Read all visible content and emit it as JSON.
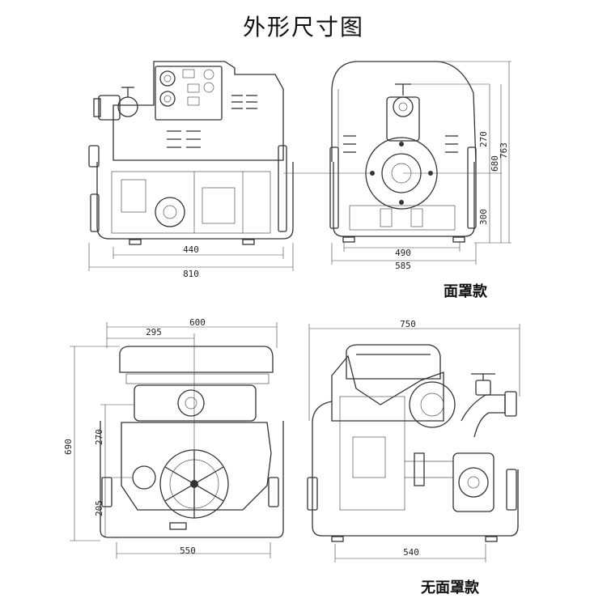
{
  "title": "外形尺寸图",
  "captions": {
    "with_cover": "面罩款",
    "without_cover": "无面罩款"
  },
  "views": {
    "front_with_cover": {
      "dims": {
        "inner_width": "440",
        "overall_width": "810"
      }
    },
    "side_with_cover": {
      "dims": {
        "inner_width": "490",
        "overall_width": "585",
        "h_upper": "270",
        "h_mid": "680",
        "h_total": "763",
        "h_lower": "300"
      }
    },
    "front_without_cover": {
      "dims": {
        "top_width": "600",
        "top_offset": "295",
        "bottom_width": "550",
        "h_total": "690",
        "h_upper": "270",
        "h_lower": "205"
      }
    },
    "side_without_cover": {
      "dims": {
        "top_width": "750",
        "bottom_width": "540"
      }
    }
  },
  "colors": {
    "line": "#333333",
    "text": "#111111",
    "background": "#ffffff"
  }
}
